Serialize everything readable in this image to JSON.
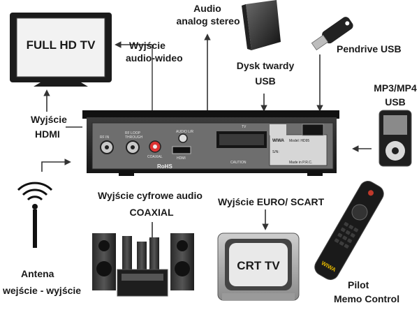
{
  "labels": {
    "tv_screen": "FULL HD TV",
    "av_out_1": "Wyjście",
    "av_out_2": "audio-wideo",
    "audio_1": "Audio",
    "audio_2": "analog stereo",
    "hdd_1": "Dysk twardy",
    "hdd_2": "USB",
    "pendrive": "Pendrive USB",
    "mp3_1": "MP3/MP4",
    "mp3_2": "USB",
    "hdmi_1": "Wyjście",
    "hdmi_2": "HDMI",
    "coax_1": "Wyjście cyfrowe audio",
    "coax_2": "COAXIAL",
    "scart": "Wyjście EURO/ SCART",
    "antenna_1": "Antena",
    "antenna_2": "wejście - wyjście",
    "remote_1": "Pilot",
    "remote_2": "Memo Control",
    "crt_screen": "CRT TV"
  },
  "panel": {
    "rf_in": "RF IN",
    "rf_loop_1": "RF LOOP",
    "rf_loop_2": "THROUGH",
    "audio_lr": "AUDIO L/R",
    "coaxial": "COAXIAL",
    "hdmi": "HDMI",
    "tv": "TV",
    "brand": "WIWA",
    "model": "Model: HD95",
    "sn": "S/N:",
    "made_in": "Made in P.R.C.",
    "caution": "CAUTION",
    "rohs": "RoHS"
  },
  "remote_brand": "WIWA",
  "colors": {
    "device_dark": "#2a2a2a",
    "panel_gray": "#6e6e6e",
    "arrow": "#3a3a3a",
    "remote_red": "#c0392b"
  }
}
